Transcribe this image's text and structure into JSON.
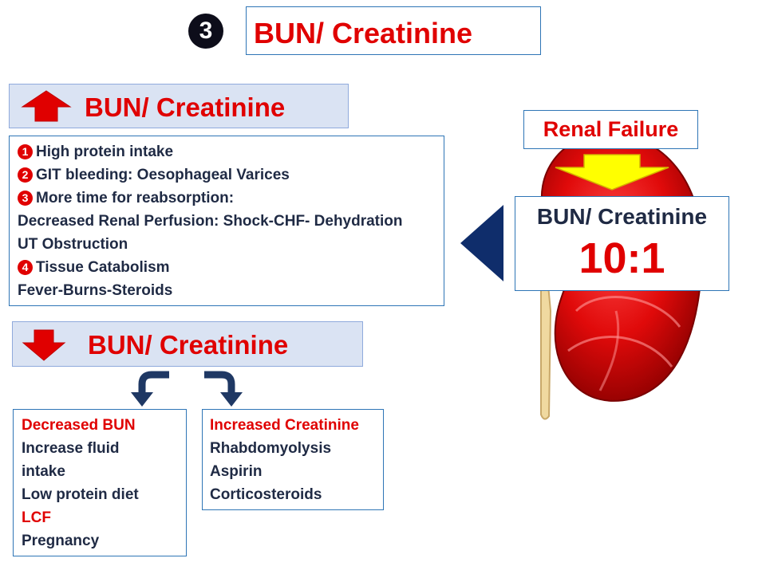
{
  "title": {
    "number": "3",
    "text": "BUN/ Creatinine"
  },
  "increase_header": {
    "text": "BUN/ Creatinine"
  },
  "causes": [
    {
      "num": "1",
      "text": "High protein intake"
    },
    {
      "num": "2",
      "text": "GIT bleeding: Oesophageal Varices"
    },
    {
      "num": "3",
      "text": "More time for reabsorption:"
    },
    {
      "num": "",
      "text": "Decreased Renal Perfusion: Shock-CHF- Dehydration"
    },
    {
      "num": "",
      "text": "UT Obstruction"
    },
    {
      "num": "4",
      "text": "Tissue Catabolism"
    },
    {
      "num": "",
      "text": "Fever-Burns-Steroids"
    }
  ],
  "decrease_header": {
    "text": "BUN/ Creatinine"
  },
  "decreased_bun": {
    "heading": "Decreased BUN",
    "items": [
      "Increase fluid",
      "intake",
      "Low protein diet",
      "LCF",
      "Pregnancy"
    ]
  },
  "increased_creatinine": {
    "heading": "Increased Creatinine",
    "items": [
      "Rhabdomyolysis",
      "Aspirin",
      "Corticosteroids"
    ]
  },
  "renal_failure": {
    "label": "Renal Failure",
    "ratio_label": "BUN/ Creatinine",
    "ratio_value": "10:1"
  },
  "colors": {
    "red": "#e00000",
    "navy": "#1f2a44",
    "header_bg": "#dae3f3",
    "border": "#2e75b6",
    "arrow_yellow": "#ffff00"
  }
}
